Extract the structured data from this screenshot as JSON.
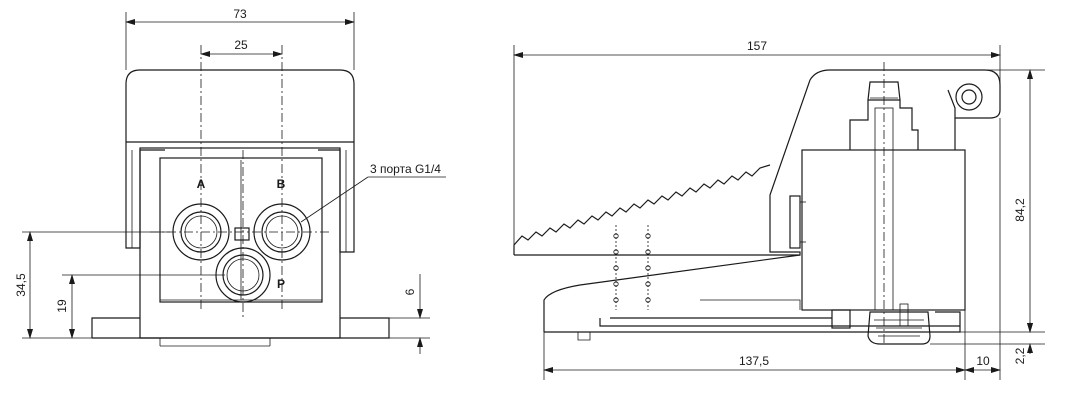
{
  "front_view": {
    "dims": {
      "width_total": "73",
      "port_spacing": "25",
      "height_ab": "34,5",
      "height_p": "19",
      "base_thickness": "6"
    },
    "ports": {
      "a": "A",
      "b": "B",
      "p": "P"
    },
    "callout": "3 порта G1/4"
  },
  "side_view": {
    "dims": {
      "length_total": "157",
      "height_total": "84,2",
      "base_length": "137,5",
      "offset_right": "10",
      "offset_bottom": "2,2"
    }
  }
}
